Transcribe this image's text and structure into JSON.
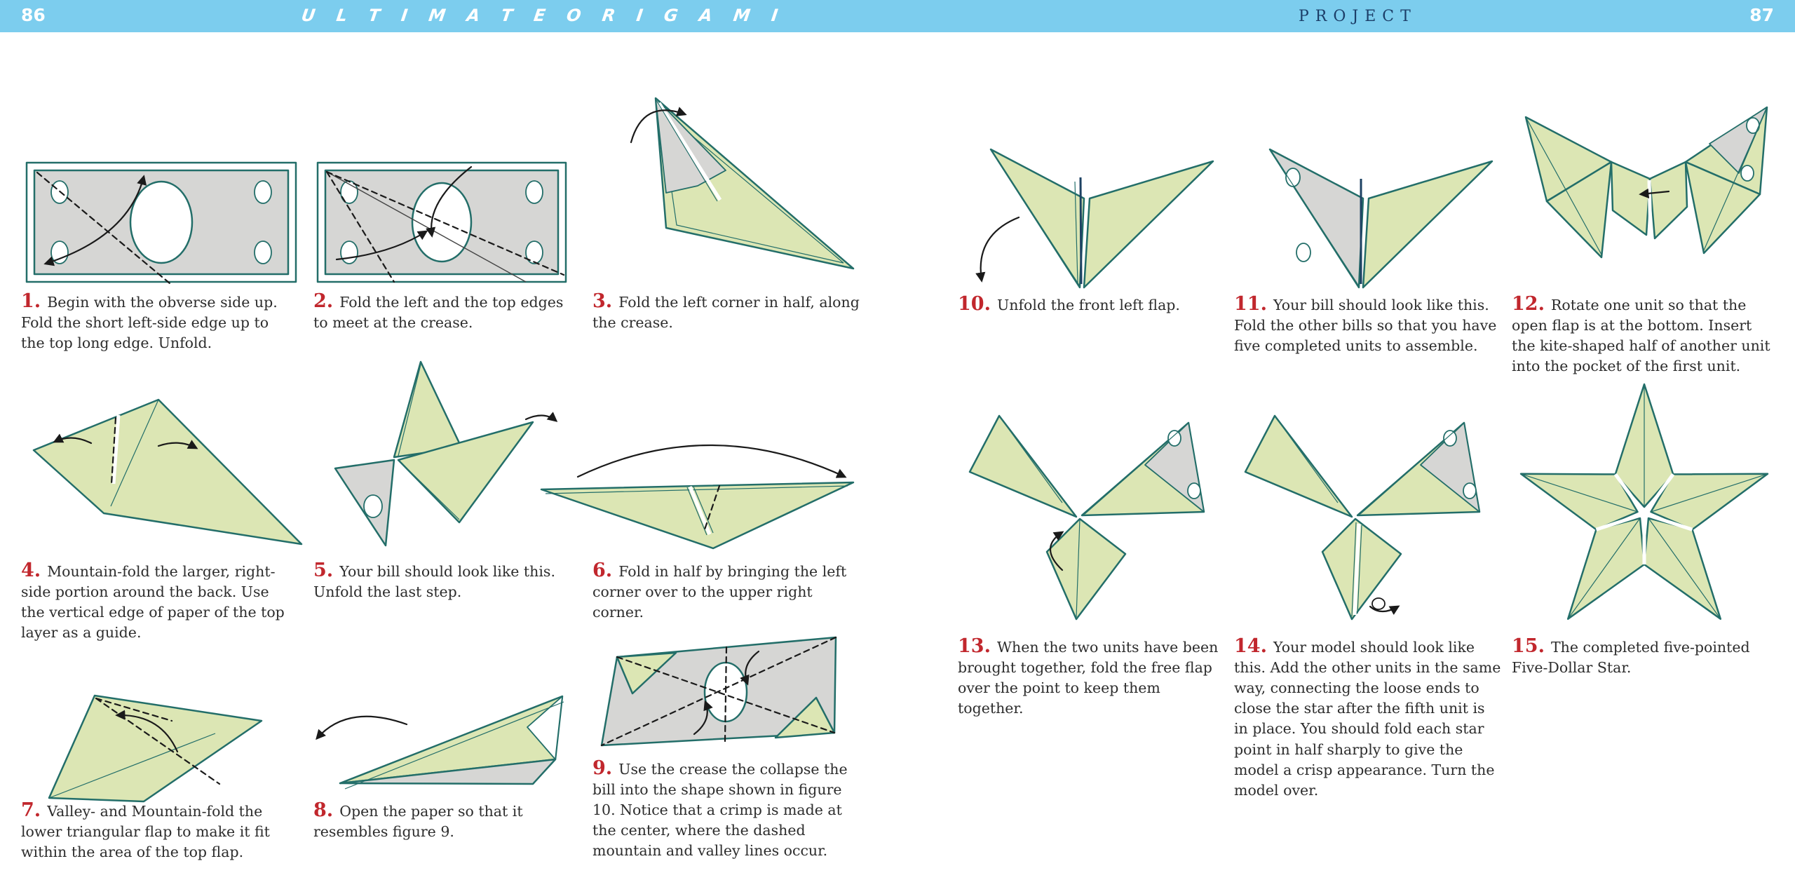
{
  "header": {
    "left_page_number": "86",
    "book_title": "U L T I M A T E   O R I G A M I",
    "section_label": "PROJECT",
    "right_page_number": "87"
  },
  "colors": {
    "header_bar": "#7ccdee",
    "header_text": "#ffffff",
    "section_label_text": "#1c3e68",
    "step_number": "#c1272d",
    "body_text": "#2d2d2d",
    "diagram_outline": "#236e69",
    "diagram_paper_green": "#dce6b4",
    "diagram_paper_gray": "#d6d6d4"
  },
  "steps": [
    {
      "number": "1.",
      "text": "Begin with the obverse side up. Fold the short left-side edge up to the top long edge. Unfold.",
      "diagram": "bill-obverse-diagonal-crease"
    },
    {
      "number": "2.",
      "text": "Fold the left and the top edges to meet at the crease.",
      "diagram": "bill-fold-edges-to-crease"
    },
    {
      "number": "3.",
      "text": "Fold the left corner in half, along the crease.",
      "diagram": "fold-left-corner-in-half"
    },
    {
      "number": "4.",
      "text": "Mountain-fold the larger, right-side portion around the back. Use the vertical edge of paper of the top layer as a guide.",
      "diagram": "mountain-fold-right-portion"
    },
    {
      "number": "5.",
      "text": "Your bill should look like this. Unfold the last step.",
      "diagram": "unfold-last-step"
    },
    {
      "number": "6.",
      "text": "Fold in half by bringing the left corner over to the upper right corner.",
      "diagram": "fold-in-half-corner-to-corner"
    },
    {
      "number": "7.",
      "text": "Valley- and Mountain-fold the lower triangular flap to make it fit within the area of the top flap.",
      "diagram": "valley-mountain-fold-flap"
    },
    {
      "number": "8.",
      "text": "Open the paper so that it resembles figure 9.",
      "diagram": "open-paper"
    },
    {
      "number": "9.",
      "text": "Use the crease the collapse the bill into the shape shown in figure 10. Notice that a crimp is made at the center, where the dashed mountain and valley lines occur.",
      "diagram": "collapse-with-crimp"
    },
    {
      "number": "10.",
      "text": "Unfold the front left flap.",
      "diagram": "unfold-front-left-flap"
    },
    {
      "number": "11.",
      "text": "Your bill should look like this. Fold the other bills so that you have five completed units to assemble.",
      "diagram": "completed-unit"
    },
    {
      "number": "12.",
      "text": "Rotate one unit so that the open flap is at the bottom. Insert the kite-shaped half of another unit into the pocket of the first unit.",
      "diagram": "insert-unit-into-pocket"
    },
    {
      "number": "13.",
      "text": "When the two units have been brought together, fold the free flap over the point to keep them together.",
      "diagram": "two-units-joined"
    },
    {
      "number": "14.",
      "text": "Your model should look like this. Add the other units in the same way, connecting the loose ends to close the star after the fifth unit is in place. You should fold each star point in half sharply to give the model a crisp appearance. Turn the model over.",
      "diagram": "model-with-added-units"
    },
    {
      "number": "15.",
      "text": "The completed five-pointed Five-Dollar Star.",
      "diagram": "completed-five-dollar-star"
    }
  ]
}
